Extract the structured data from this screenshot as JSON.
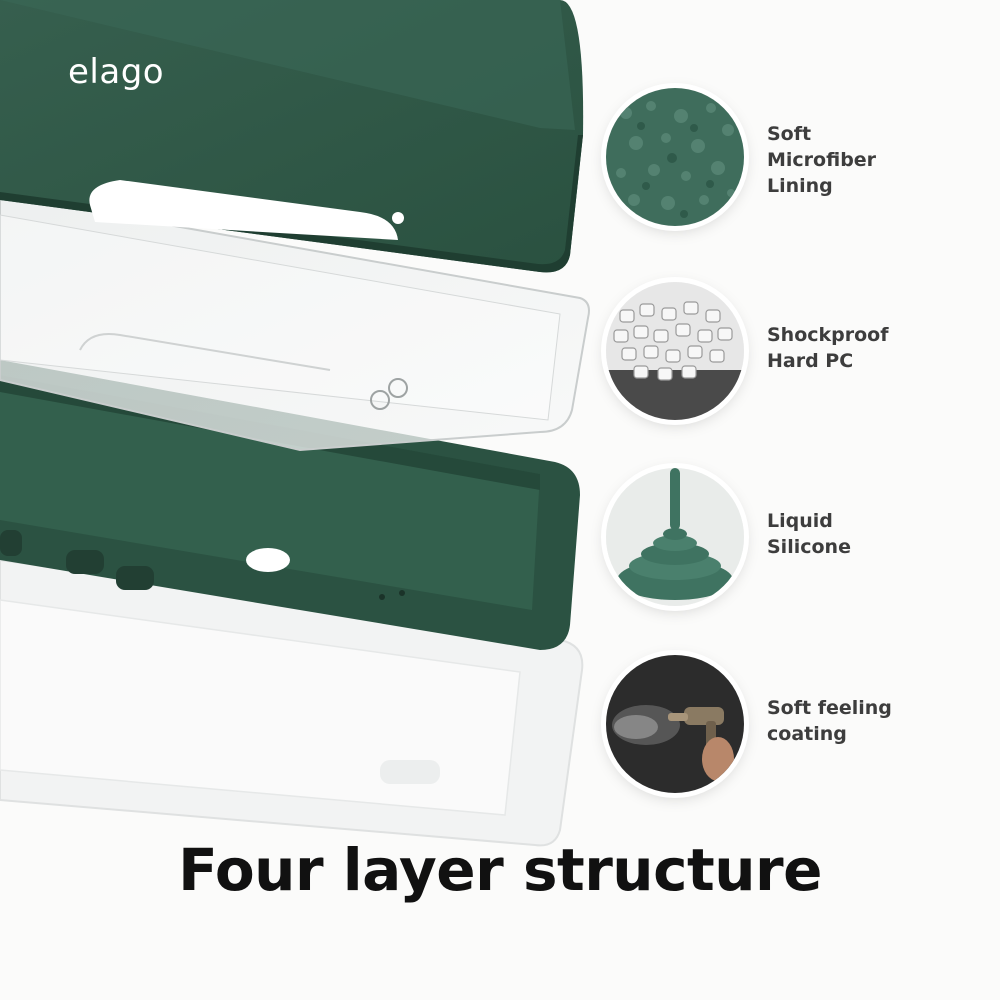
{
  "brand": {
    "logo_text": "elago"
  },
  "features": [
    {
      "label": "Soft\nMicrofiber\nLining",
      "icon": "microfiber-texture-icon"
    },
    {
      "label": "Shockproof\nHard PC",
      "icon": "pc-pellets-icon"
    },
    {
      "label": "Liquid\nSilicone",
      "icon": "liquid-silicone-icon"
    },
    {
      "label": "Soft feeling\ncoating",
      "icon": "spray-coating-icon"
    }
  ],
  "headline": "Four layer structure",
  "colors": {
    "case_green": "#2f5a48",
    "case_green_dark": "#234536",
    "text_dark": "#3d3d3d",
    "headline": "#111111"
  }
}
